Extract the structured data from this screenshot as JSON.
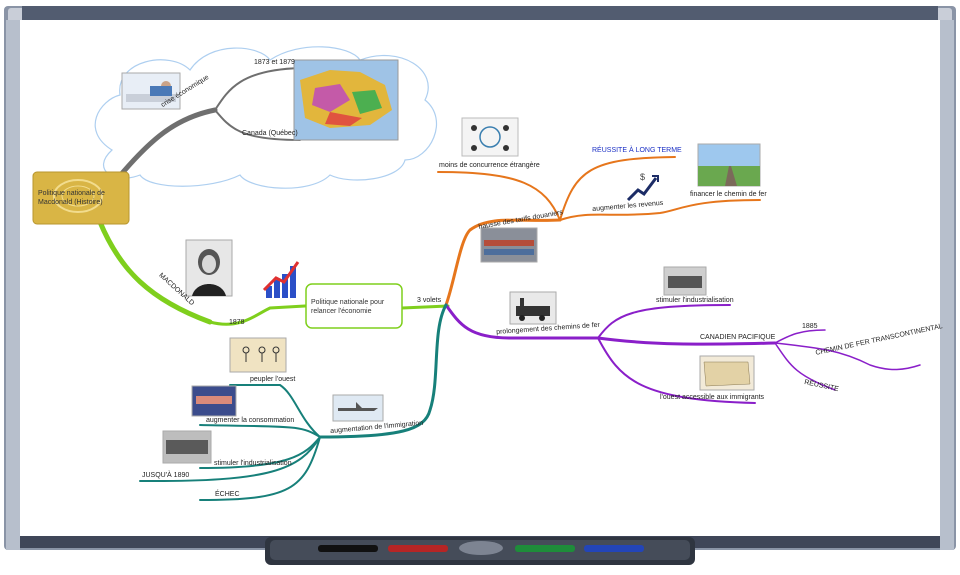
{
  "root": {
    "text": "Politique nationale de Macdonald (Histoire)"
  },
  "branches": {
    "crise": {
      "label": "crise économique",
      "children": [
        "1873 et 1879",
        "Canada (Québec)"
      ]
    },
    "macdonald": {
      "label": "MACDONALD",
      "date": "1878"
    },
    "center": {
      "text": "Politique nationale pour relancer l'économie",
      "volets": "3 volets"
    },
    "tarifs": {
      "label": "hausse des tarifs douaniers",
      "children": [
        "moins de concurrence étrangère",
        "RÉUSSITE À LONG TERME",
        "augmenter les revenus",
        "financer le chemin de fer"
      ]
    },
    "chemins": {
      "label": "prolongement des chemins de fer",
      "children": [
        "stimuler l'industrialisation",
        "CANADIEN PACIFIQUE",
        "1885",
        "CHEMIN DE FER TRANSCONTINENTAL",
        "RÉUSSITE",
        "l'ouest accessible aux immigrants"
      ]
    },
    "immigration": {
      "label": "augmentation de l'immigration",
      "children": [
        "peupler l'ouest",
        "augmenter la consommation",
        "stimuler l'industrialisation",
        "JUSQU'À 1890",
        "ÉCHEC"
      ]
    }
  },
  "colors": {
    "gray": "#6f6f6f",
    "green": "#7fcf1d",
    "orange": "#e6761c",
    "purple": "#8a1fc9",
    "teal": "#17807a",
    "root_gold": "#d9b545",
    "blue_text": "#1a2fc4"
  },
  "icons": [
    "sleeping-man-image",
    "canada-map-image",
    "macdonald-portrait-image",
    "rising-bar-chart-icon",
    "handshake-globe-image",
    "dollar-growth-icon",
    "railway-landscape-image",
    "train-yard-image",
    "steam-locomotive-image",
    "factory-workers-image",
    "western-map-image",
    "stick-figures-image",
    "airplane-image",
    "crowd-image",
    "workers-image",
    "whiteboard-tray"
  ]
}
